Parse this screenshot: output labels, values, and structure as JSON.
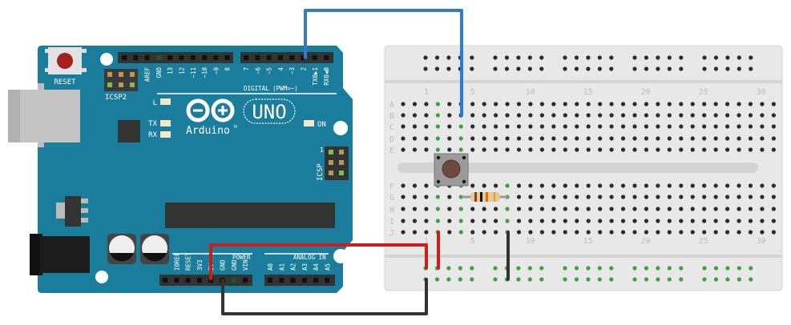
{
  "arduino": {
    "logo_text": "Arduino",
    "trademark": "TM",
    "model": "UNO",
    "reset_label": "RESET",
    "icsp2_label": "ICSP2",
    "icsp_label": "ICSP",
    "icsp_pin1": "1",
    "led_l": "L",
    "led_tx": "TX",
    "led_rx": "RX",
    "led_on": "ON",
    "digital_label": "DIGITAL (PWM=~)",
    "power_label": "POWER",
    "analog_label": "ANALOG IN",
    "digital_left_pins": [
      "",
      "",
      "AREF",
      "GND",
      "13",
      "12",
      "~11",
      "~10",
      "~9",
      "8"
    ],
    "digital_right_pins": [
      "7",
      "~6",
      "~5",
      "4",
      "~3",
      "2",
      "TX0▶1",
      "RX0◀0"
    ],
    "power_pins": [
      "",
      "IOREF",
      "RESET",
      "3V3",
      "5V",
      "GND",
      "GND",
      "VIN"
    ],
    "analog_pins": [
      "A0",
      "A1",
      "A2",
      "A3",
      "A4",
      "A5"
    ],
    "board_color": "#1b7d9c"
  },
  "breadboard": {
    "row_labels_top": [
      "A",
      "B",
      "C",
      "D",
      "E"
    ],
    "row_labels_bottom": [
      "F",
      "G",
      "H",
      "I",
      "J"
    ],
    "column_labels": [
      "1",
      "5",
      "10",
      "15",
      "20",
      "25",
      "30"
    ]
  },
  "wires": {
    "signal_color": "#2f7bd4",
    "power_color": "#cc1d1d",
    "ground_color": "#333333"
  }
}
